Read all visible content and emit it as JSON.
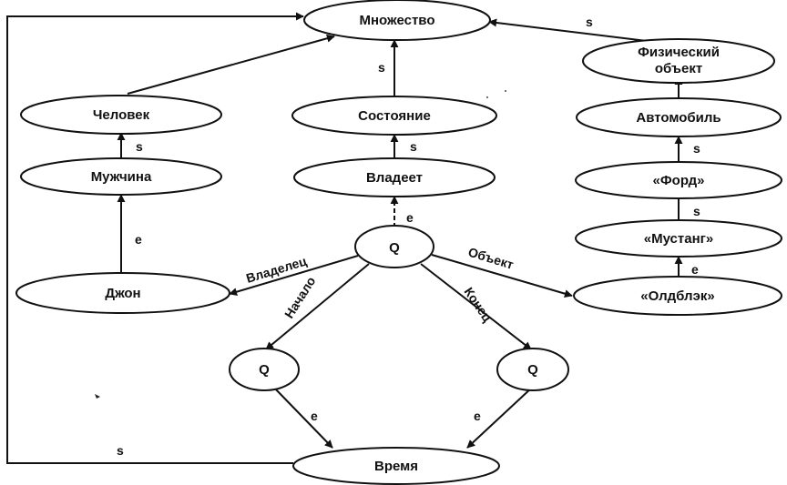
{
  "nodes": {
    "mnozhestvo": "Множество",
    "fizicheskiy_obekt_line1": "Физический",
    "fizicheskiy_obekt_line2": "объект",
    "chelovek": "Человек",
    "sostoyanie": "Состояние",
    "avtomobil": "Автомобиль",
    "muzhchina": "Мужчина",
    "vladeet": "Владеет",
    "ford": "«Форд»",
    "mustang": "«Мустанг»",
    "q_main": "Q",
    "dzhon": "Джон",
    "oldblek": "«Олдблэк»",
    "q_left": "Q",
    "q_right": "Q",
    "vremya": "Время"
  },
  "edge_labels": {
    "s": "s",
    "e": "e",
    "vladelets": "Владелец",
    "obekt": "Объект",
    "nachalo": "Начало",
    "konets": "Конец"
  }
}
